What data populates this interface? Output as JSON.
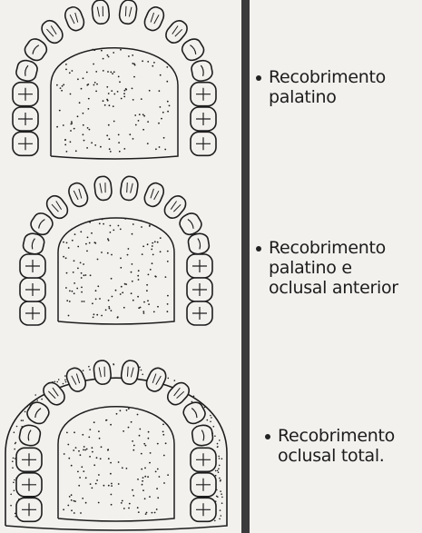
{
  "captions": [
    {
      "line1": "Recobrimento",
      "line2": "palatino",
      "line3": ""
    },
    {
      "line1": "Recobrimento",
      "line2": "palatino e",
      "line3": "oclusal anterior"
    },
    {
      "line1": "Recobrimento",
      "line2": "oclusal total.",
      "line3": ""
    }
  ],
  "colors": {
    "ink": "#1e1e1e",
    "paper": "#f3f1ee",
    "divider": "#3b3a3c"
  }
}
